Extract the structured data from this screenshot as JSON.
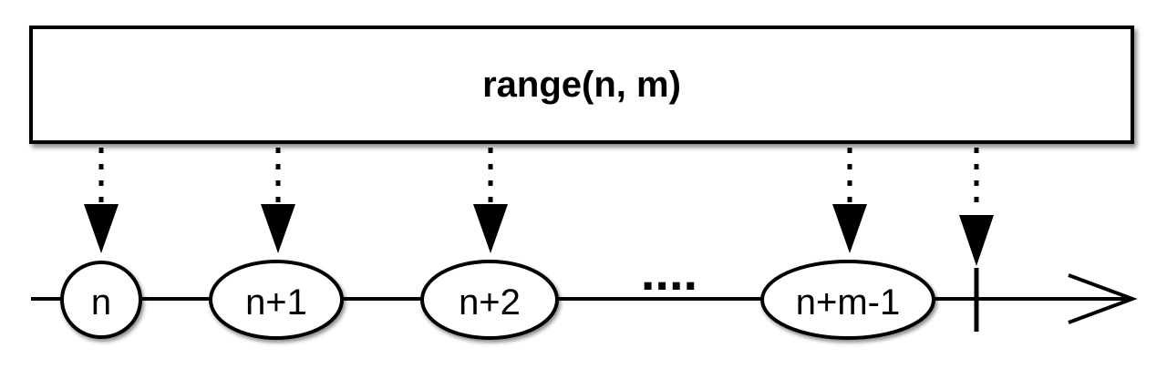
{
  "operator": {
    "label": "range(n, m)"
  },
  "items": [
    {
      "label": "n"
    },
    {
      "label": "n+1"
    },
    {
      "label": "n+2"
    },
    {
      "label": "n+m-1"
    }
  ],
  "ellipsis": "....",
  "colors": {
    "stroke": "#000000",
    "fill": "#ffffff"
  }
}
